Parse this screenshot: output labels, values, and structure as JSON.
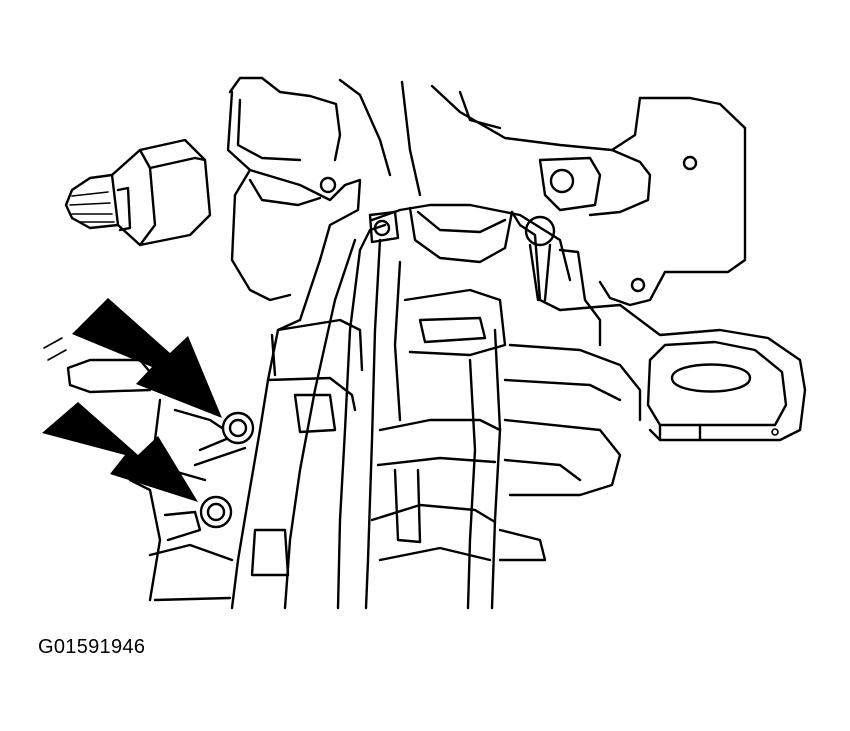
{
  "figure": {
    "code": "G01591946"
  },
  "callouts": [
    {
      "icon": "arrow-icon",
      "target": "upper-mounting-bolt"
    },
    {
      "icon": "arrow-icon",
      "target": "lower-mounting-bolt"
    }
  ],
  "colors": {
    "line": "#000000",
    "background": "#ffffff"
  }
}
